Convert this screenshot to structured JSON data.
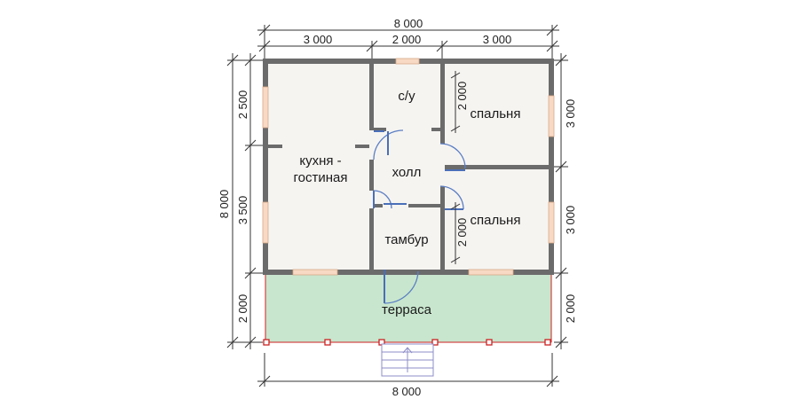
{
  "dimensions": {
    "top_total": "8 000",
    "top_segments": [
      "3 000",
      "2 000",
      "3 000"
    ],
    "bottom_total": "8 000",
    "left_total": "8 000",
    "left_segments": [
      "2 500",
      "3 500",
      "2 000"
    ],
    "right_segments": [
      "3 000",
      "3 000",
      "2 000"
    ],
    "inner_bedroom_top": "2 000",
    "inner_bedroom_bottom": "2 000"
  },
  "rooms": {
    "kitchen_line1": "кухня -",
    "kitchen_line2": "гостиная",
    "bathroom": "с/у",
    "bedroom_top": "спальня",
    "hall": "холл",
    "bedroom_bottom": "спальня",
    "vestibule": "тамбур",
    "terrace": "терраса"
  },
  "colors": {
    "wall": "#6b6b6b",
    "floor": "#f6f4f1",
    "terrace": "#c8e6cd",
    "window": "#f7d9c4",
    "door": "#5b7fc4",
    "railing": "#cc2222"
  }
}
